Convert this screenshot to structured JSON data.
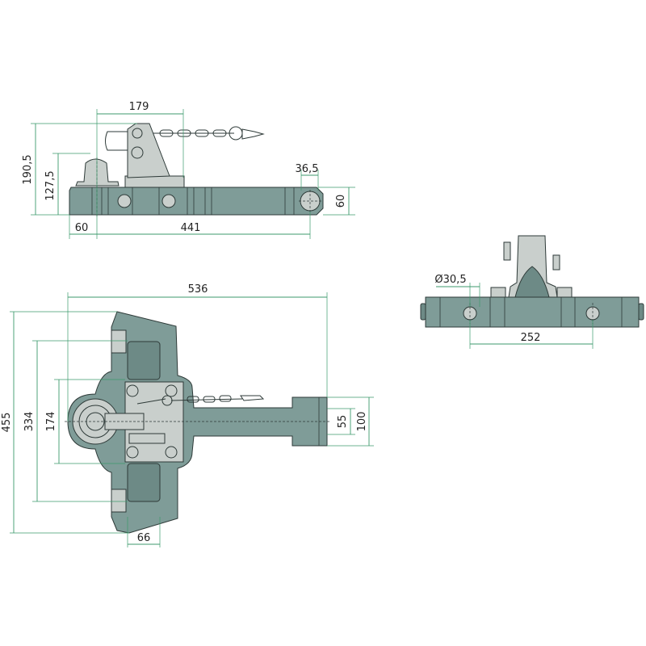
{
  "drawing": {
    "side_view": {
      "dim_width_top": "179",
      "dim_height_total": "190,5",
      "dim_height_boss": "127,5",
      "dim_hole_offset": "36,5",
      "dim_bar_height": "60",
      "dim_left_offset": "60",
      "dim_length": "441"
    },
    "end_view": {
      "dim_hole_diameter": "Ø30,5",
      "dim_hole_spacing": "252"
    },
    "top_view": {
      "dim_overall_length": "536",
      "dim_overall_width": "455",
      "dim_334": "334",
      "dim_174": "174",
      "dim_55": "55",
      "dim_100": "100",
      "dim_66": "66"
    },
    "colors": {
      "body": "#7f9c98",
      "dimension": "#3c9a6c",
      "part": "#c9cfcc"
    }
  }
}
